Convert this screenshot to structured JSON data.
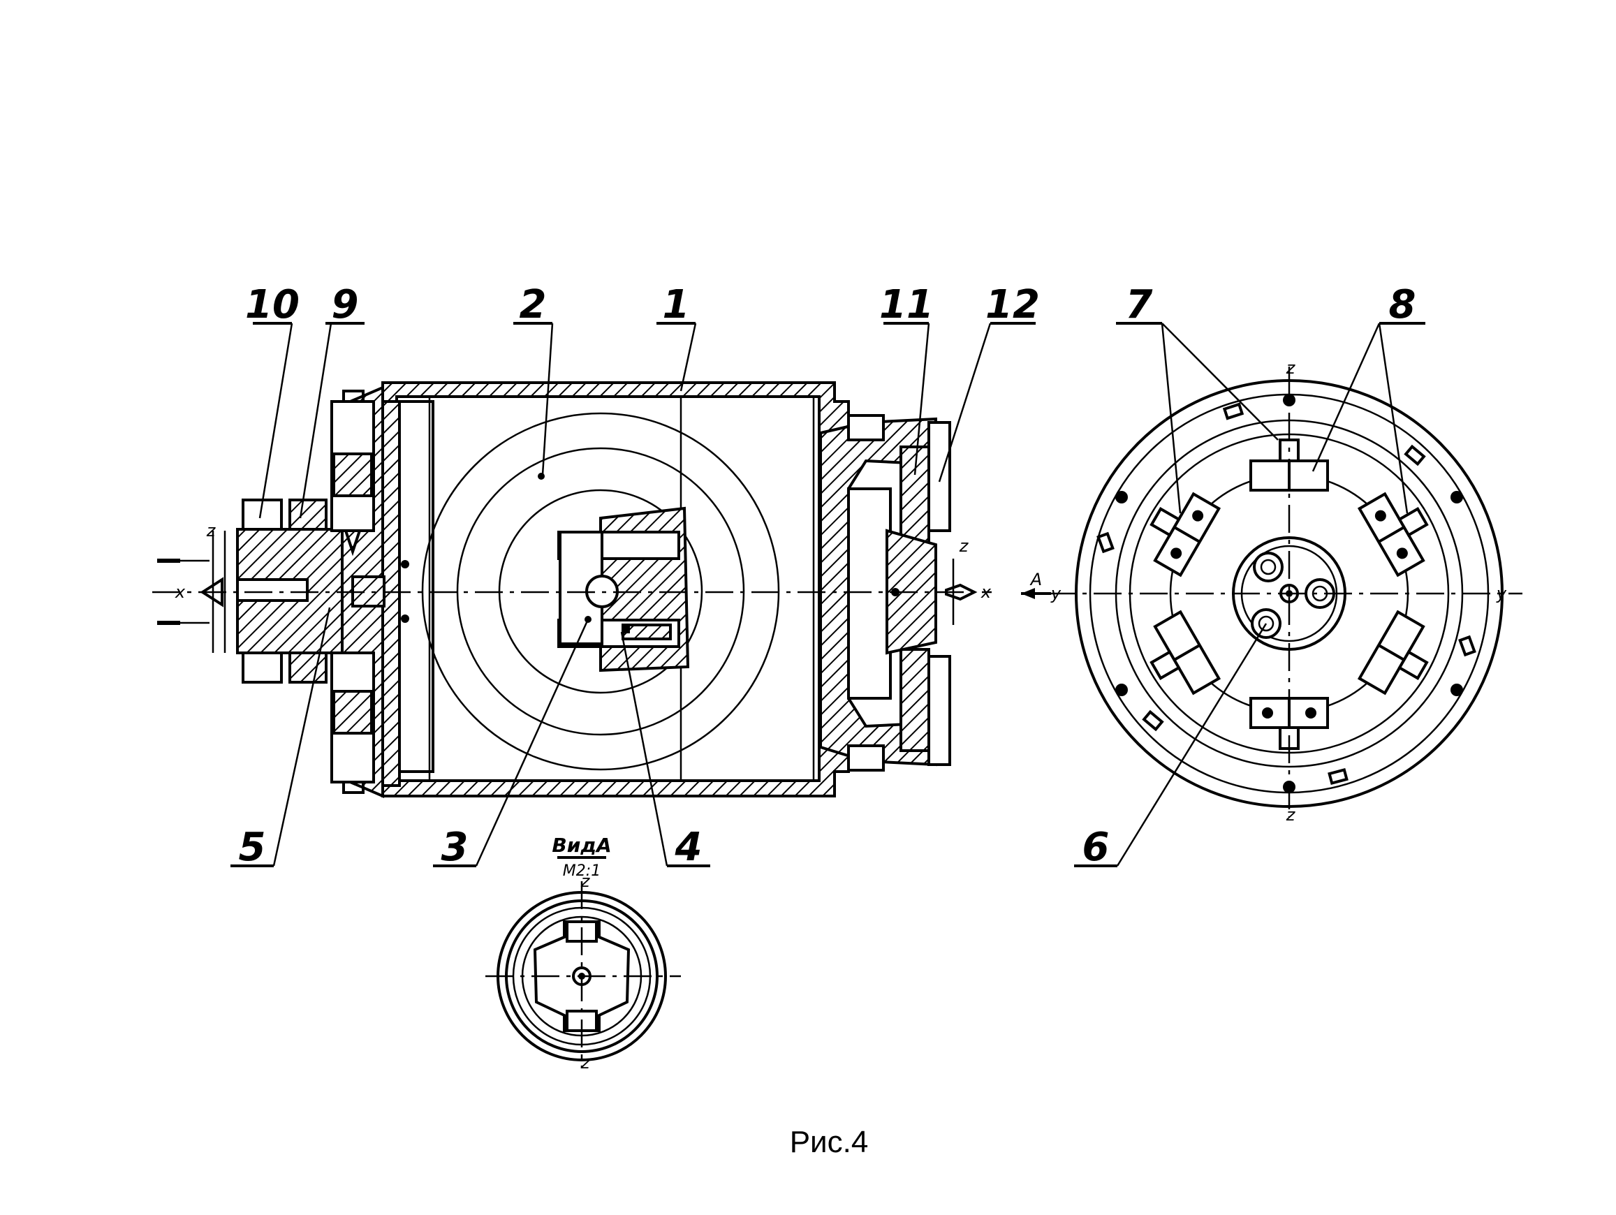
{
  "callouts": [
    "1",
    "2",
    "3",
    "4",
    "5",
    "6",
    "7",
    "8",
    "9",
    "10",
    "11",
    "12"
  ],
  "axes": {
    "x": "x",
    "y": "y",
    "z": "z",
    "arrow": "A"
  },
  "view": {
    "title": "ВидА",
    "scale": "М2:1"
  },
  "caption": "Рис.4"
}
